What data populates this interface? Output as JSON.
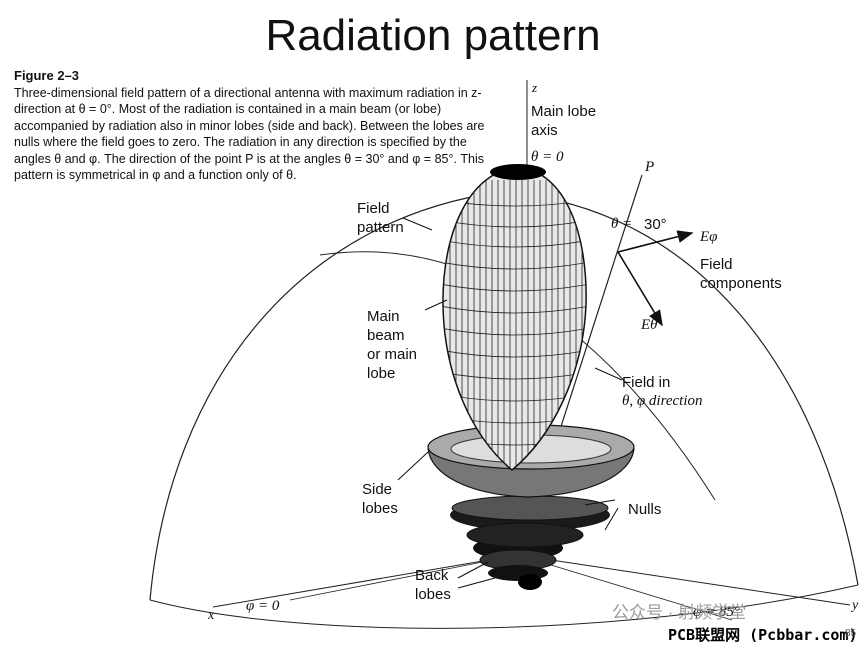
{
  "title": "Radiation pattern",
  "caption": {
    "figure": "Figure 2–3",
    "text": "Three-dimensional field pattern of a directional antenna with maximum radiation in z-direction at θ = 0°. Most of the radiation is contained in a main beam (or lobe) accompanied by radiation also in minor lobes (side and back). Between the lobes are nulls where the field goes to zero. The radiation in any direction is specified by the angles θ and φ. The direction of the point P is at the angles θ = 30° and φ = 85°. This pattern is symmetrical in φ and a function only of θ."
  },
  "labels": {
    "z": "z",
    "main_lobe_axis_1": "Main lobe",
    "main_lobe_axis_2": "axis",
    "theta0": "θ = 0",
    "P": "P",
    "theta30": "θ =",
    "deg30": "30°",
    "E_phi": "Eφ",
    "field_components_1": "Field",
    "field_components_2": "components",
    "E_theta": "Eθ",
    "field_pattern_1": "Field",
    "field_pattern_2": "pattern",
    "main_beam_1": "Main",
    "main_beam_2": "beam",
    "main_beam_3": "or main",
    "main_beam_4": "lobe",
    "field_in_1": "Field in",
    "field_in_2": "θ, φ direction",
    "side_lobes_1": "Side",
    "side_lobes_2": "lobes",
    "nulls": "Nulls",
    "back_lobes_1": "Back",
    "back_lobes_2": "lobes",
    "x": "x",
    "phi0": "φ = 0",
    "phi85": "φ = 85°",
    "y": "y"
  },
  "watermarks": {
    "wechat": "公众号 · 射频学堂",
    "site": "PCB联盟网 (Pcbbar.com)",
    "page_num": "85"
  }
}
